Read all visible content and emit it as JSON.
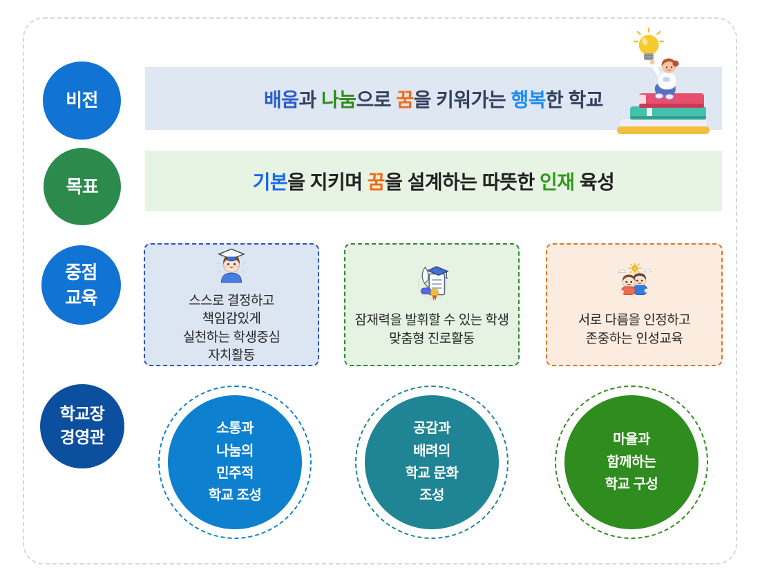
{
  "frame": {
    "border_color": "#d7d7d7",
    "background": "#ffffff"
  },
  "vision": {
    "label": "비전",
    "circle_color": "#1173d3",
    "banner_bg": "#dfe7f2",
    "segments": [
      {
        "text": "배움",
        "color": "#2b5ec6"
      },
      {
        "text": "과 ",
        "color": "#333f5e"
      },
      {
        "text": "나눔",
        "color": "#2e8b1a"
      },
      {
        "text": "으로 ",
        "color": "#333f5e"
      },
      {
        "text": "꿈",
        "color": "#f26a15"
      },
      {
        "text": "을 키워가는 ",
        "color": "#333f5e"
      },
      {
        "text": "행복",
        "color": "#1d8cf0"
      },
      {
        "text": "한 학교",
        "color": "#333f5e"
      }
    ]
  },
  "goal": {
    "label": "목표",
    "circle_color": "#2c8a4c",
    "banner_bg": "#e7f3e3",
    "segments": [
      {
        "text": "기본",
        "color": "#1a68f2"
      },
      {
        "text": "을 지키며 ",
        "color": "#212121"
      },
      {
        "text": "꿈",
        "color": "#f26a15"
      },
      {
        "text": "을 설계하는 따뜻한 ",
        "color": "#212121"
      },
      {
        "text": "인재",
        "color": "#2f9a1a"
      },
      {
        "text": " 육성",
        "color": "#212121"
      }
    ]
  },
  "focus": {
    "label_lines": [
      "중점",
      "교육"
    ],
    "circle_color": "#1173d3",
    "boxes": [
      {
        "icon": "student-graduate-icon",
        "border_color": "#2853cc",
        "bg": "#dce6f2",
        "lines": [
          "스스로 결정하고",
          "책임감있게",
          "실천하는 학생중심",
          "자치활동"
        ]
      },
      {
        "icon": "diploma-quill-icon",
        "border_color": "#2c8a2e",
        "bg": "#e6f3e2",
        "lines": [
          "잠재력을 발휘할 수 있는 학생",
          "맞춤형 진로활동"
        ]
      },
      {
        "icon": "friends-sun-icon",
        "border_color": "#df7524",
        "bg": "#fcece0",
        "lines": [
          "서로 다름을 인정하고",
          "존중하는 인성교육"
        ]
      }
    ]
  },
  "principal": {
    "label_lines": [
      "학교장",
      "경영관"
    ],
    "circle_color": "#0c4f9e",
    "circles": [
      {
        "color": "#0e80d0",
        "lines": [
          "소통과",
          "나눔의",
          "민주적",
          "학교 조성"
        ]
      },
      {
        "color": "#1f8493",
        "lines": [
          "공감과",
          "배려의",
          "학교 문화",
          "조성"
        ]
      },
      {
        "color": "#2f8c1e",
        "lines": [
          "마을과",
          "함께하는",
          "학교 구성"
        ]
      }
    ]
  },
  "illustration": {
    "name": "girl-on-books-with-lightbulb"
  }
}
